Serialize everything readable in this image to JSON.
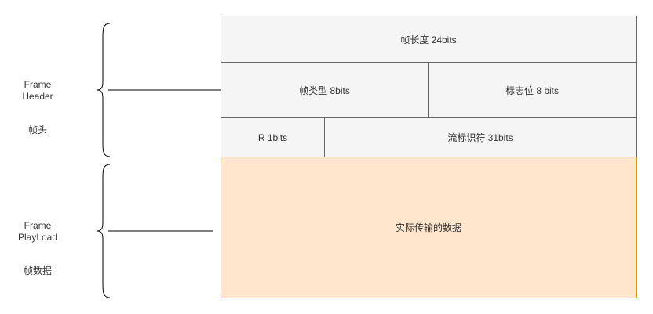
{
  "frame_header": {
    "label_line1": "Frame",
    "label_line2": "Header",
    "label_cn": "帧头"
  },
  "frame_payload": {
    "label_line1": "Frame",
    "label_line2": "PlayLoad",
    "label_cn": "帧数据",
    "content": "实际传输的数据"
  },
  "fields": {
    "length": "帧长度  24bits",
    "type": "帧类型  8bits",
    "flags": "标志位 8 bits",
    "reserved": "R 1bits",
    "stream_id": "流标识符 31bits"
  },
  "colors": {
    "header_fill": "#f5f5f5",
    "header_stroke": "#666666",
    "payload_fill": "#ffe6cc",
    "payload_stroke": "#d79b00"
  }
}
